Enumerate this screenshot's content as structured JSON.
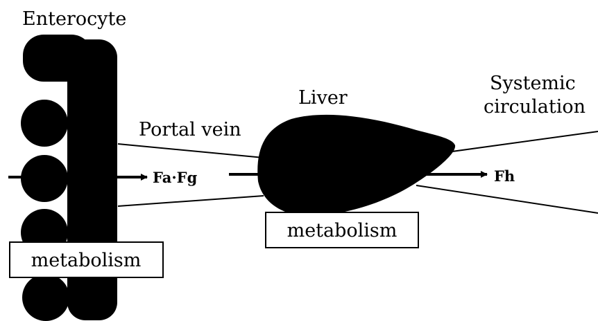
{
  "labels": {
    "enterocyte": "Enterocyte",
    "liver": "Liver",
    "systemic_line1": "Systemic",
    "systemic_line2": "circulation",
    "portal_vein": "Portal vein",
    "fa_fg": "Fa·Fg",
    "fh": "Fh",
    "enterocyte_metabolism": "metabolism",
    "liver_metabolism": "metabolism"
  },
  "colors": {
    "ink": "#000000",
    "background": "#ffffff"
  }
}
